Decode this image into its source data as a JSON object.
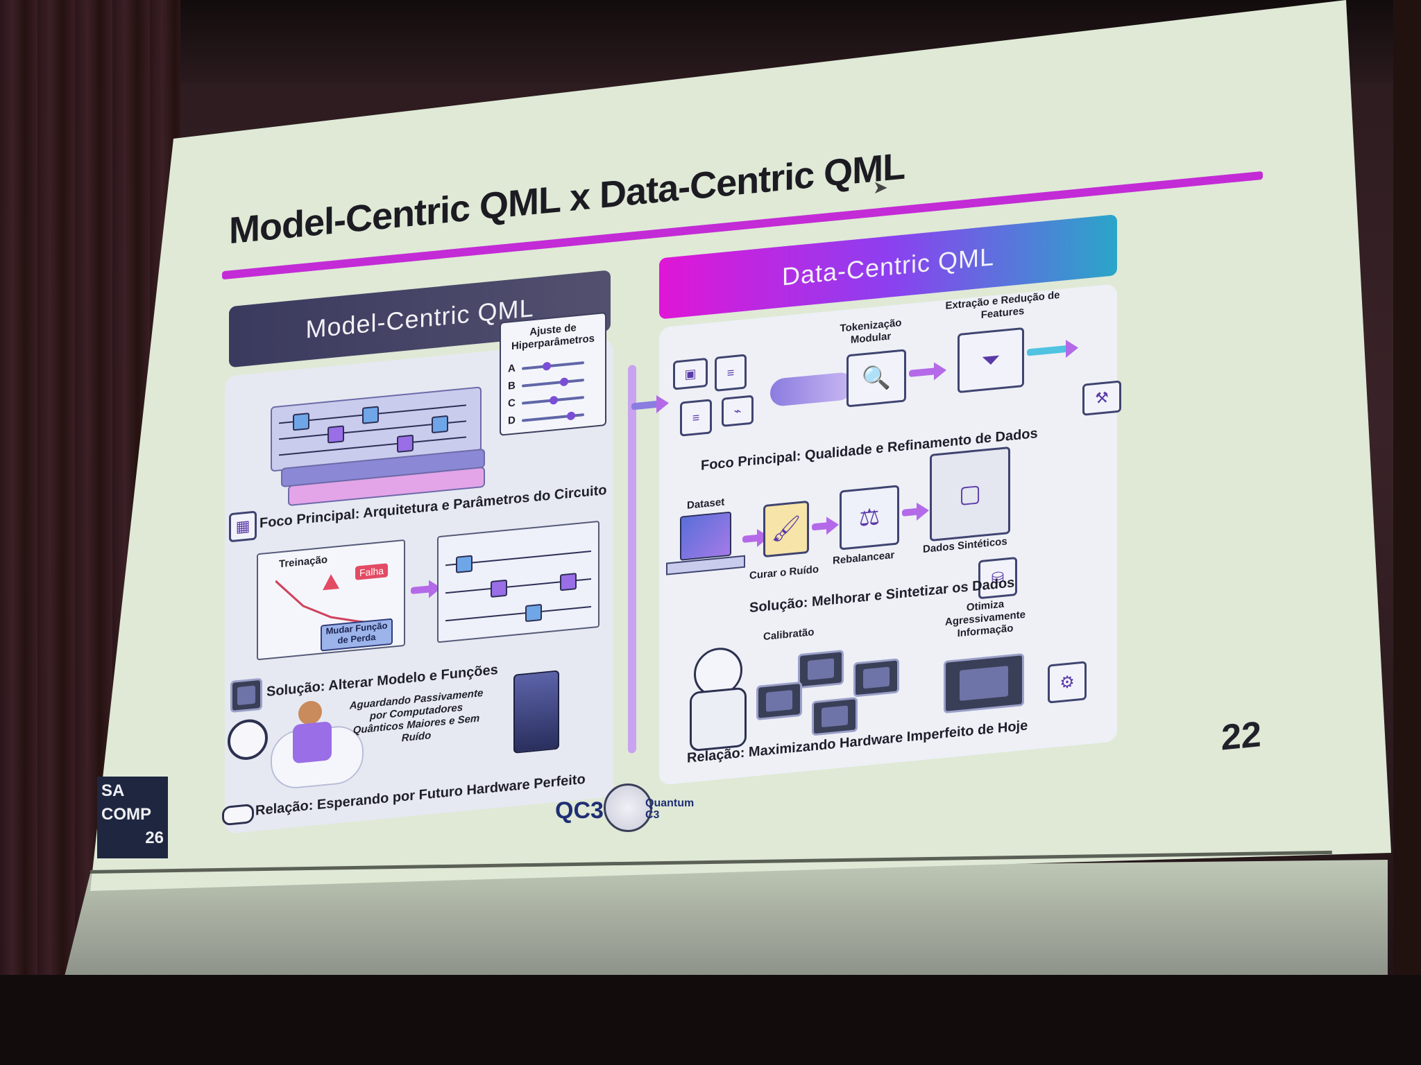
{
  "slide": {
    "title": "Model-Centric QML x Data-Centric QML",
    "number": "22",
    "left": {
      "header": "Model-Centric QML",
      "hyperparam_title": "Ajuste de Hiperparâmetros",
      "hyperparam_letters": [
        "A",
        "B",
        "C",
        "D"
      ],
      "focus": "Foco Principal: Arquitetura e Parâmetros do Circuito",
      "train_label": "Treinação",
      "fail_label": "Falha",
      "loss_button": "Mudar Função de Perda",
      "solution": "Solução: Alterar Modelo e Funções",
      "waiting_text": "Aguardando Passivamente por Computadores Quânticos Maiores e Sem Ruído",
      "relation": "Relação: Esperando por Futuro Hardware Perfeito"
    },
    "right": {
      "header": "Data-Centric QML",
      "tokenization": "Tokenização Modular",
      "extraction": "Extração e Redução de Features",
      "focus": "Foco Principal: Qualidade e Refinamento de Dados",
      "dataset": "Dataset",
      "cure_noise": "Curar o Ruído",
      "rebalance": "Rebalancear",
      "synthetic": "Dados Sintéticos",
      "solution": "Solução: Melhorar e Sintetizar os Dados",
      "calibration": "Calibratão",
      "optimize": "Otimiza Agressivamente Informação",
      "relation": "Relação: Maximizando Hardware Imperfeito de Hoje"
    },
    "footer": {
      "sa": "SA",
      "comp": "COMP",
      "year": "26",
      "qc3": "QC3",
      "quantum": "Quantum",
      "c3": "C3"
    }
  }
}
